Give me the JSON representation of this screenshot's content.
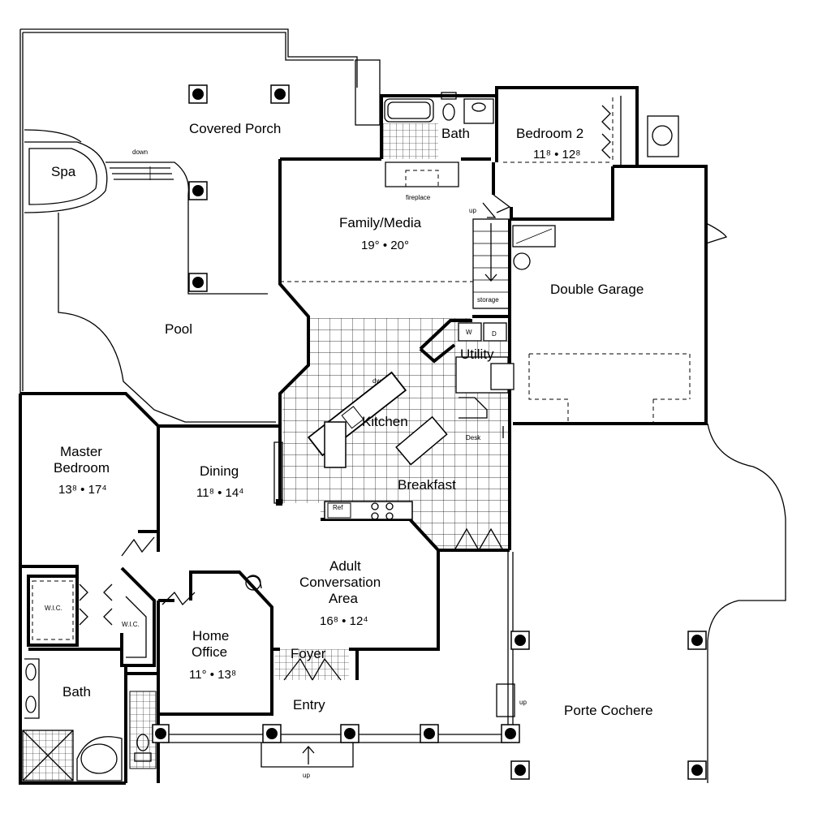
{
  "rooms": {
    "covered_porch": "Covered Porch",
    "spa": "Spa",
    "bath_upper": "Bath",
    "bedroom2": "Bedroom 2",
    "bedroom2_dim": "11⁸ • 12⁸",
    "family_media": "Family/Media",
    "family_media_dim": "19° • 20°",
    "double_garage": "Double Garage",
    "pool": "Pool",
    "utility": "Utility",
    "kitchen": "Kitchen",
    "breakfast": "Breakfast",
    "master_bedroom_line1": "Master",
    "master_bedroom_line2": "Bedroom",
    "master_bedroom_dim": "13⁸ • 17⁴",
    "dining": "Dining",
    "dining_dim": "11⁸ • 14⁴",
    "adult_line1": "Adult",
    "adult_line2": "Conversation",
    "adult_line3": "Area",
    "adult_dim": "16⁸ • 12⁴",
    "home_office_line1": "Home",
    "home_office_line2": "Office",
    "home_office_dim": "11° • 13⁸",
    "foyer": "Foyer",
    "entry": "Entry",
    "bath_master": "Bath",
    "porte_cochere": "Porte Cochere"
  },
  "annotations": {
    "down": "down",
    "up_family": "up",
    "up_entry": "up",
    "up_porte": "up",
    "fireplace": "fireplace",
    "storage": "storage",
    "wic_left": "W.I.C.",
    "wic_right": "W.I.C.",
    "desk": "Desk",
    "ref": "Ref",
    "dw": "dw",
    "w": "W",
    "d": "D"
  }
}
